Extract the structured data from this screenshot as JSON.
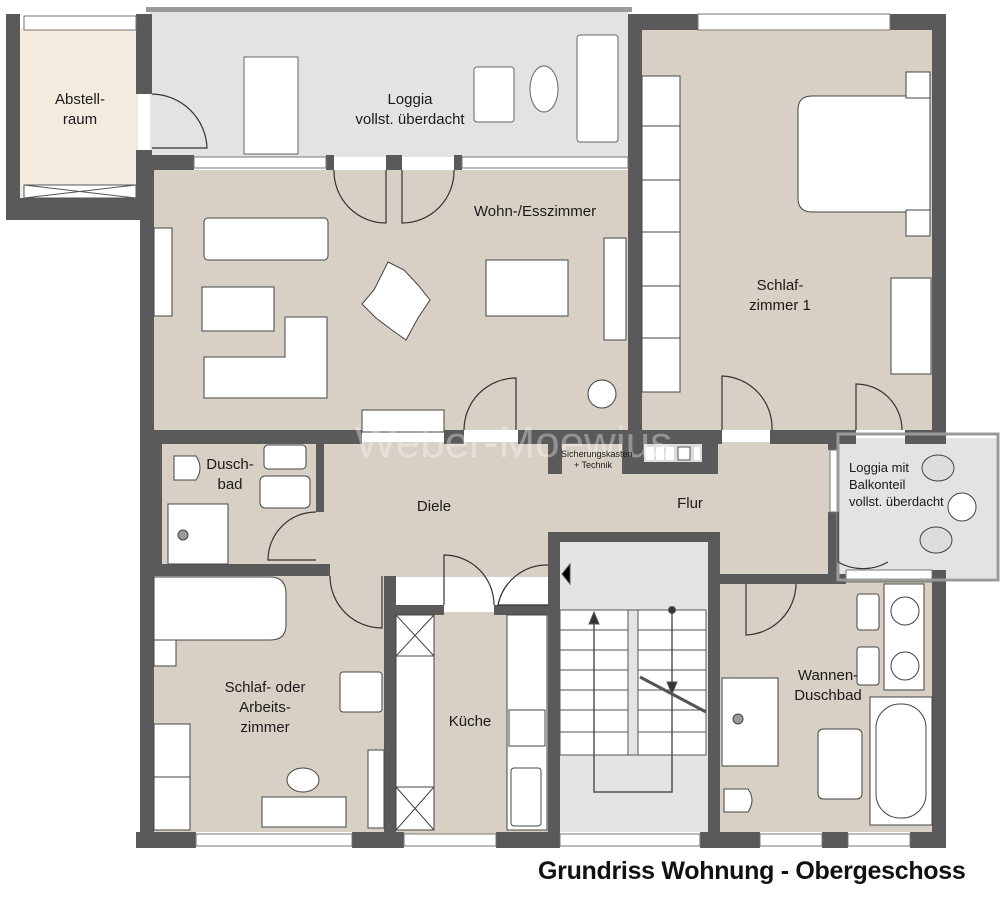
{
  "title": "Grundriss Wohnung - Obergeschoss",
  "watermark": "Weber-Moewius",
  "colors": {
    "wall": "#5a5a5a",
    "floor": "#d8d0c4",
    "loggia": "#e3e3e3",
    "storage": "#f3ebdd",
    "furniture": "#ffffff",
    "stair": "#e4e4e4"
  },
  "rooms": [
    {
      "id": "abstellraum",
      "label": "Abstell-\nraum"
    },
    {
      "id": "loggia-top",
      "label": "Loggia\nvollst. überdacht"
    },
    {
      "id": "wohn-esszimmer",
      "label": "Wohn-/Esszimmer"
    },
    {
      "id": "schlafzimmer-1",
      "label": "Schlaf-\nzimmer 1"
    },
    {
      "id": "loggia-right",
      "label": "Loggia mit\nBalkonteil\nvollst. überdacht"
    },
    {
      "id": "duschbad",
      "label": "Dusch-\nbad"
    },
    {
      "id": "diele",
      "label": "Diele"
    },
    {
      "id": "flur",
      "label": "Flur"
    },
    {
      "id": "sicherungskasten",
      "label": "Sicherungskasten\n+ Technik"
    },
    {
      "id": "schlaf-arbeitszimmer",
      "label": "Schlaf- oder\nArbeits-\nzimmer"
    },
    {
      "id": "kueche",
      "label": "Küche"
    },
    {
      "id": "wannen-duschbad",
      "label": "Wannen-\nDuschbad"
    }
  ]
}
